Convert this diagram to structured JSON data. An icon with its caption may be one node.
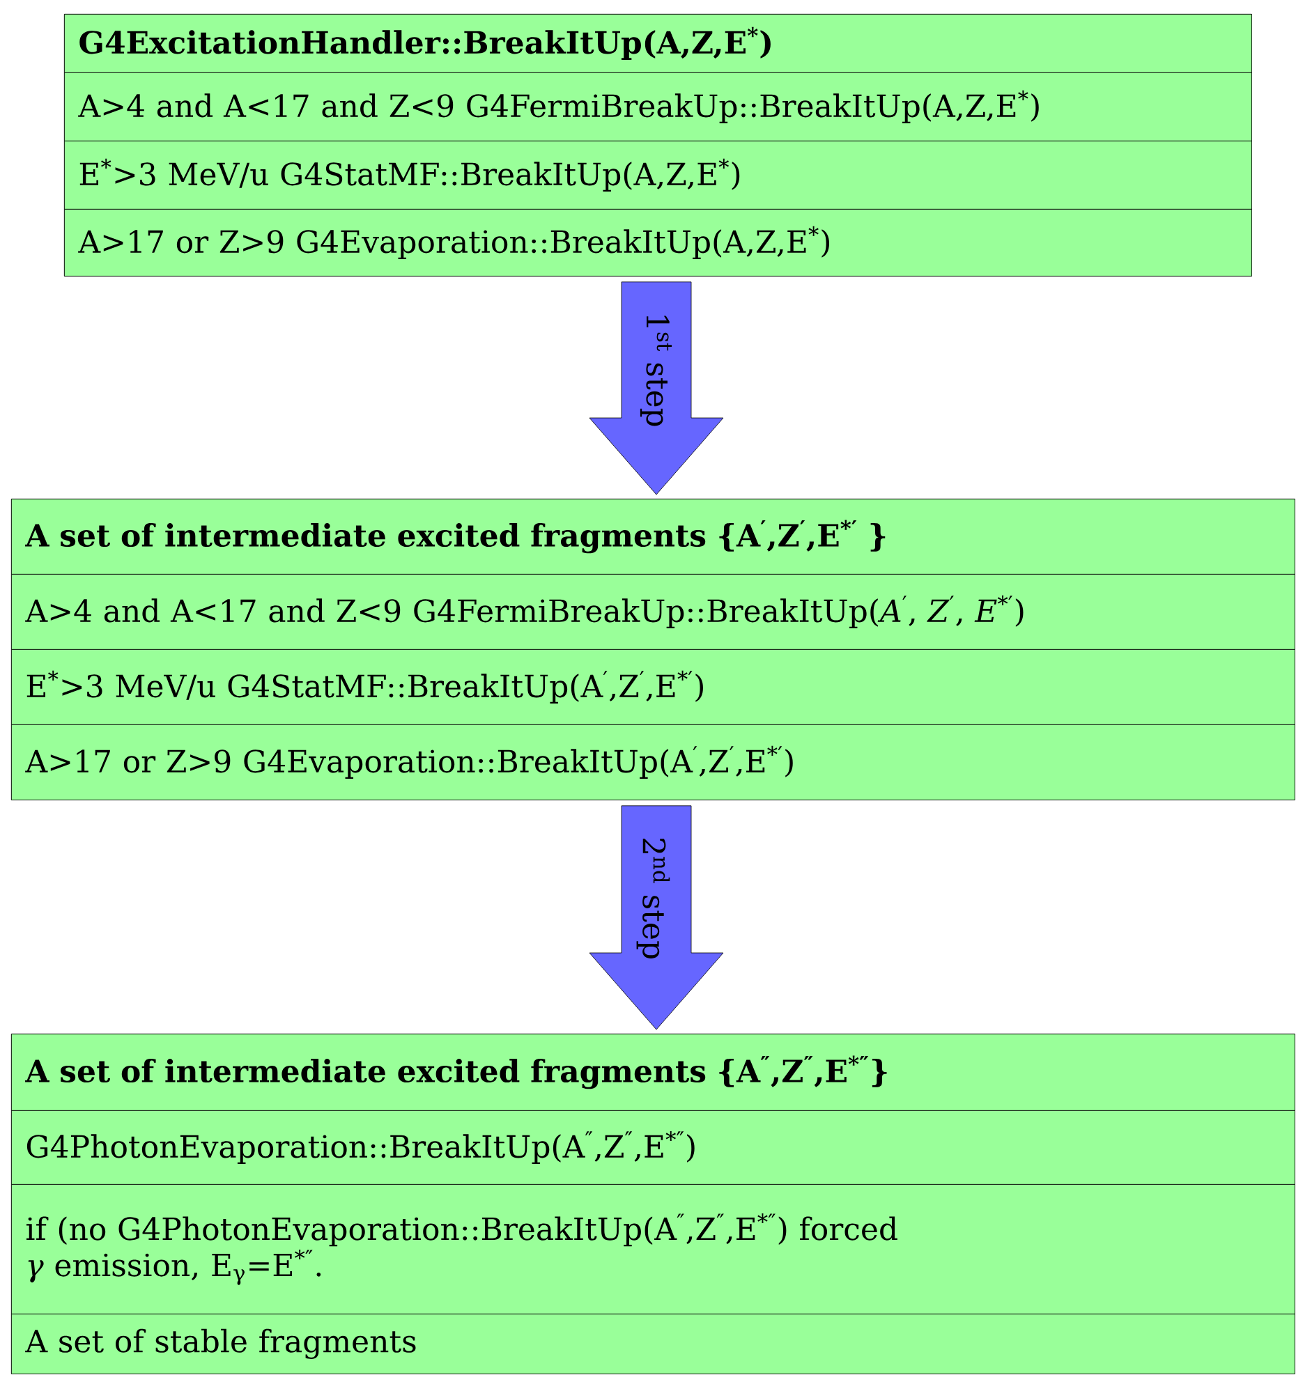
{
  "diagram": {
    "nodes": [
      {
        "text": [],
        "shape": "box"
      },
      {
        "text": [
          "G4ExcitationHandler::BreakItUp(A,Z,E$^{*}$)"
        ],
        "in": 0
      },
      {
        "text": [
          "A>4 and A<17 and Z<9 G4FermiBreakUp::BreakItUp(A,Z,E$^{*}$)"
        ],
        "in": 0
      },
      {
        "text": [
          "E$^{*}$>3 MeV/u G4StatMF::BreakItUp(A,Z,E$^{*}$)"
        ],
        "in": 0
      },
      {
        "text": [
          "A>17 or Z>9 G4Evaporation::BreakItUp(A,Z,E$^{*}$)"
        ],
        "in": 0
      },
      {
        "text": [],
        "shape": "box"
      },
      {
        "text": [
          "A set of intermediate excited fragments {A$^{′}$,Z$^{′}$,E$^{*′}$ }"
        ],
        "in": 5
      },
      {
        "text": [
          "A>4 and A<17 and Z<9 G4FermiBreakUp::BreakItUp(*A*$^{′}$, *Z*$^{′}$, *E*$^{*′}$)"
        ],
        "in": 5
      },
      {
        "text": [
          "E$^{*}$>3 MeV/u G4StatMF::BreakItUp(A$^{′}$,Z$^{′}$,E$^{*′}$)"
        ],
        "in": 5
      },
      {
        "text": [
          "A>17 or Z>9 G4Evaporation::BreakItUp(A$^{′}$,Z$^{′}$,E$^{*′}$)"
        ],
        "in": 5
      },
      {
        "text": [],
        "shape": "box"
      },
      {
        "text": [
          "A set of intermediate excited fragments {A$^{″}$,Z$^{″}$,E$^{*″}$}"
        ],
        "in": 10
      },
      {
        "text": [
          "G4PhotonEvaporation::BreakItUp(A$^{″}$,Z$^{″}$,E$^{*″}$)"
        ],
        "in": 10
      },
      {
        "text": [
          "if (no G4PhotonEvaporation::BreakItUp(A$^{″}$,Z$^{″}$,E$^{*″}$) forced *γ* emission, E$_{γ}$=E$^{*″}$."
        ],
        "in": 10
      },
      {
        "text": [
          "A set of stable fragments"
        ],
        "in": 10
      }
    ],
    "edges": [
      {
        "from": 0,
        "to": 5,
        "arrow": "to",
        "label": "1$^{st}$ step"
      },
      {
        "from": 5,
        "to": 10,
        "arrow": "to",
        "label": "2$^{nd}$ step"
      }
    ]
  }
}
